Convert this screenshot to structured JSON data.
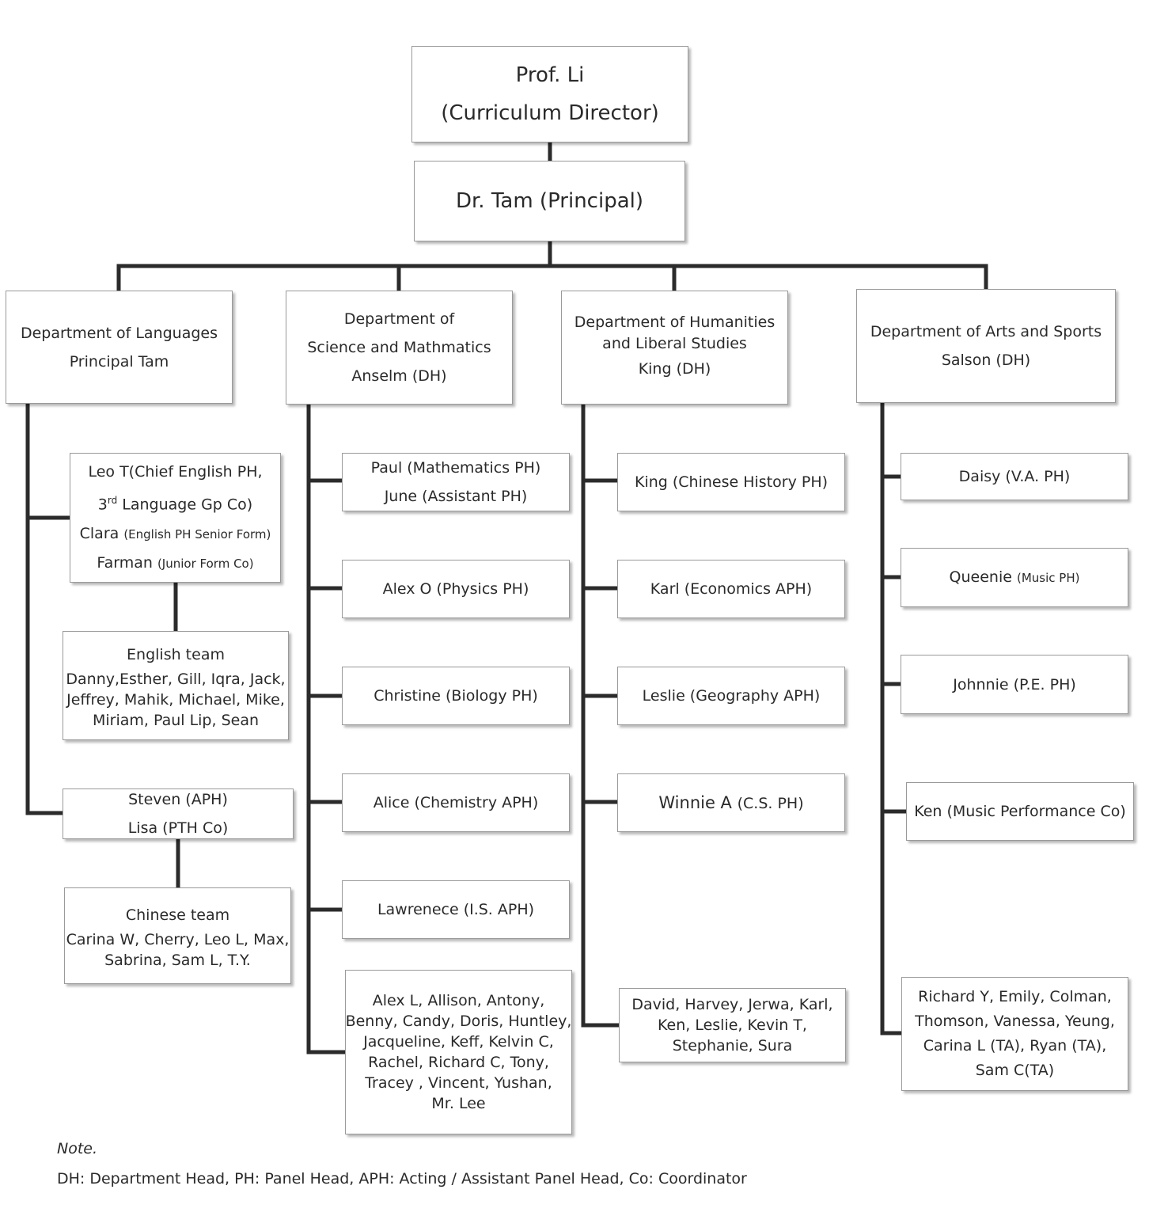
{
  "director": {
    "line1": "Prof. Li",
    "line2": "(Curriculum Director)"
  },
  "principal": {
    "label": "Dr. Tam (Principal)"
  },
  "departments": {
    "languages": {
      "line1": "Department of Languages",
      "line2": "Principal Tam",
      "leo": {
        "part1": "Leo T(Chief English PH,",
        "part2a": "3",
        "part2sup": "rd",
        "part2b": " Language Gp Co)",
        "clara_name": "Clara ",
        "clara_role": "(English PH Senior Form)",
        "farman_name": "Farman ",
        "farman_role": "(Junior Form Co)"
      },
      "english_team": {
        "title": "English team",
        "line1": "Danny,Esther, Gill, Iqra, Jack,",
        "line2": "Jeffrey, Mahik, Michael, Mike,",
        "line3": "Miriam, Paul Lip, Sean"
      },
      "steven": {
        "line1": "Steven (APH)",
        "line2": "Lisa (PTH Co)"
      },
      "chinese_team": {
        "title": "Chinese team",
        "line1": "Carina W, Cherry, Leo L, Max,",
        "line2": "Sabrina, Sam L, T.Y."
      }
    },
    "science": {
      "line1": "Department of",
      "line2": "Science and Mathmatics",
      "line3": "Anselm (DH)",
      "paul": {
        "line1": "Paul (Mathematics PH)",
        "line2": "June (Assistant PH)"
      },
      "alex": "Alex O (Physics PH)",
      "christine": "Christine (Biology PH)",
      "alice": "Alice (Chemistry APH)",
      "lawrenece": "Lawrenece (I.S. APH)",
      "team": {
        "line1": "Alex L,  Allison, Antony,",
        "line2": "Benny, Candy, Doris, Huntley,",
        "line3": "Jacqueline, Keff, Kelvin C,",
        "line4": "Rachel, Richard C, Tony,",
        "line5": "Tracey , Vincent, Yushan,",
        "line6": "Mr. Lee"
      }
    },
    "humanities": {
      "line1": "Department of Humanities",
      "line2": "and Liberal Studies",
      "line3": "King (DH)",
      "king": "King (Chinese History PH)",
      "karl": "Karl (Economics  APH)",
      "leslie": "Leslie (Geography APH)",
      "winnie_name": "Winnie A  ",
      "winnie_role": "(C.S. PH)",
      "team": {
        "line1": "David, Harvey, Jerwa, Karl,",
        "line2": "Ken, Leslie, Kevin T,",
        "line3": "Stephanie, Sura"
      }
    },
    "arts": {
      "line1": "Department of Arts and Sports",
      "line2": "Salson (DH)",
      "daisy": "Daisy (V.A.  PH)",
      "queenie_name": "Queenie ",
      "queenie_role": "(Music PH)",
      "johnnie": "Johnnie (P.E. PH)",
      "ken": "Ken  (Music Performance Co)",
      "team": {
        "line1": "Richard Y, Emily, Colman,",
        "line2": "Thomson, Vanessa, Yeung,",
        "line3": "Carina L (TA), Ryan (TA),",
        "line4": "Sam C(TA)"
      }
    }
  },
  "note": {
    "title": "Note.",
    "text": "DH: Department Head, PH: Panel Head, APH: Acting / Assistant Panel Head, Co: Coordinator"
  },
  "colors": {
    "line": "#2b2b2b",
    "border": "#9a9a9a",
    "text": "#2a2a2a"
  }
}
